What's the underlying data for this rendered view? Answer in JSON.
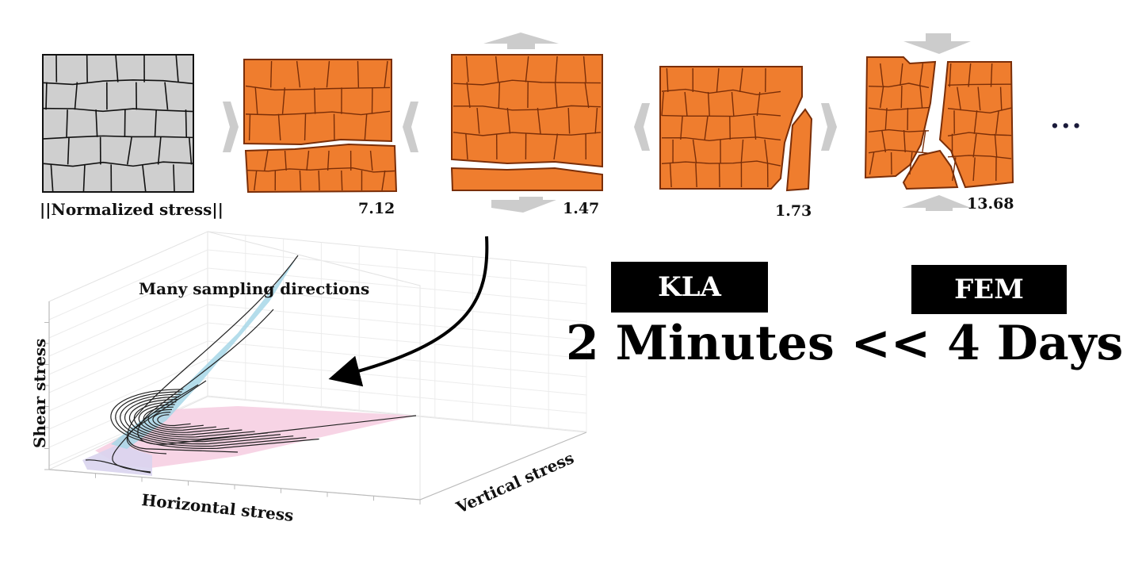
{
  "panels": {
    "normalized_stress_label": "||Normalized stress||",
    "values": [
      "7.12",
      "1.47",
      "1.73",
      "13.68"
    ],
    "continuation": "..."
  },
  "plot3d": {
    "annotation": "Many sampling directions",
    "x_axis_label": "Horizontal stress",
    "y_axis_label": "Vertical stress",
    "z_axis_label": "Shear stress"
  },
  "comparison": {
    "method_fast": "KLA",
    "method_slow": "FEM",
    "statement": "2 Minutes << 4 Days"
  },
  "colors": {
    "fractured_fill": "#ef7d2e",
    "fractured_stroke": "#7a2e08",
    "intact_fill": "#cfcfcf",
    "arrow_gray": "#cccccc",
    "surface_blue": "#a7d7e8",
    "surface_pink": "#f6cde0"
  }
}
